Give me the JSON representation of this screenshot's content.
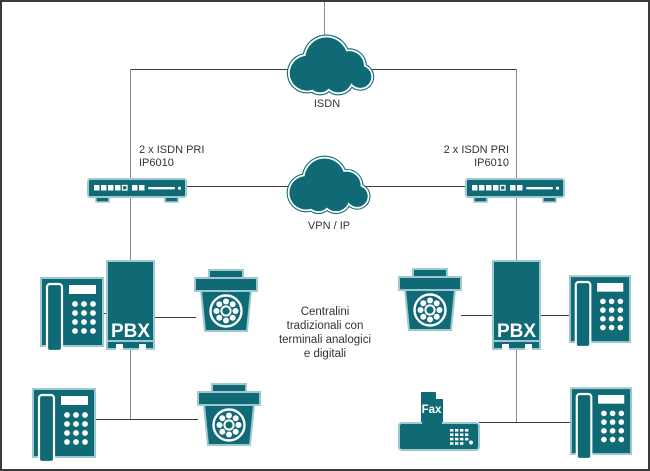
{
  "colors": {
    "teal": "#0F6A76",
    "icon_outline": "#9FC9D1",
    "horizontal_line": "#3a3a3a",
    "vertical_line": "#8a8a8a",
    "text": "#333333",
    "frame_border": "#3a3a3a",
    "background": "#ffffff"
  },
  "clouds": {
    "isdn": {
      "label": "ISDN"
    },
    "vpn": {
      "label": "VPN / IP"
    }
  },
  "gateways": {
    "left": {
      "line1": "2 x ISDN PRI",
      "line2": "IP6010"
    },
    "right": {
      "line1": "2 x ISDN PRI",
      "line2": "IP6010"
    }
  },
  "pbx": {
    "left": {
      "label": "PBX"
    },
    "right": {
      "label": "PBX"
    }
  },
  "fax": {
    "label": "Fax"
  },
  "note": {
    "line1": "Centralini",
    "line2": "tradizionali con",
    "line3": "terminali analogici",
    "line4": "e digitali"
  }
}
